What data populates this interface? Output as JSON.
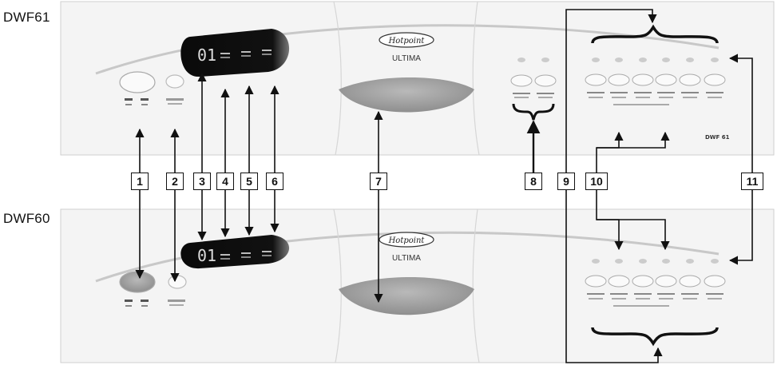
{
  "models": {
    "top": "DWF61",
    "bottom": "DWF60"
  },
  "display": {
    "digits": "01"
  },
  "brand": {
    "logo_text": "Hotpoint",
    "series": "ULTIMA"
  },
  "callouts": [
    "1",
    "2",
    "3",
    "4",
    "5",
    "6",
    "7",
    "8",
    "9",
    "10",
    "11"
  ],
  "panel_badge": "DWF 61",
  "colors": {
    "panel": "#f3f3f3",
    "display": "#0b0b0b",
    "handle": "#9a9a9a",
    "lines": "#111111"
  }
}
